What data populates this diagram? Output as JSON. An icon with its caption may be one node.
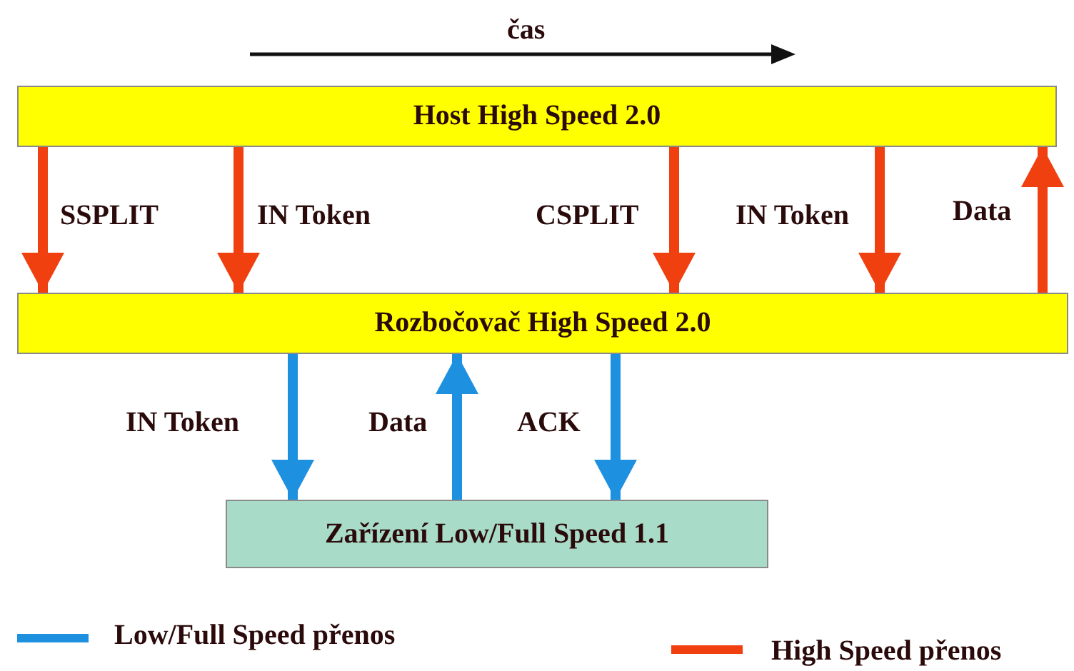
{
  "diagram": {
    "nodes": [
      {
        "text": [
          "Host High Speed 2.0"
        ]
      },
      {
        "text": [
          "Rozbočovač High Speed 2.0"
        ]
      },
      {
        "text": [
          "Zařízení Low/Full Speed 1.1"
        ]
      }
    ],
    "edges": [
      {
        "from": 0,
        "to": 1,
        "arrow": "to",
        "label": "SSPLIT"
      },
      {
        "from": 0,
        "to": 1,
        "arrow": "to",
        "label": "IN Token"
      },
      {
        "from": 0,
        "to": 1,
        "arrow": "to",
        "label": "CSPLIT"
      },
      {
        "from": 0,
        "to": 1,
        "arrow": "to",
        "label": "IN Token"
      },
      {
        "from": 1,
        "to": 0,
        "arrow": "to",
        "label": "Data"
      },
      {
        "from": 1,
        "to": 2,
        "arrow": "to",
        "label": "IN Token",
        "color": "#1e90e0"
      },
      {
        "from": 2,
        "to": 1,
        "arrow": "to",
        "label": "Data",
        "color": "#1e90e0"
      },
      {
        "from": 1,
        "to": 2,
        "arrow": "to",
        "label": "ACK",
        "color": "#1e90e0"
      }
    ],
    "labels": [
      "čas"
    ],
    "legend": [
      {
        "text": "Low/Full Speed přenos",
        "color": "#1e90e0"
      },
      {
        "text": "High Speed přenos",
        "color": "#f04010"
      }
    ]
  }
}
